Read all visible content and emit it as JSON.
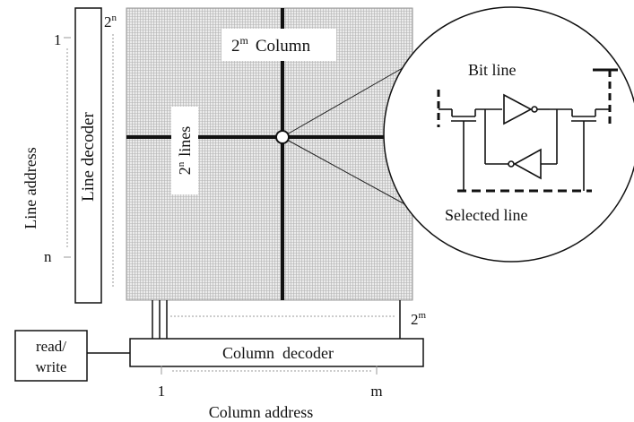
{
  "diagram": {
    "line_address_label": "Line address",
    "line_address_start": "1",
    "line_address_end": "n",
    "line_decoder_label": "Line decoder",
    "line_count_top": "2",
    "line_count_top_exp": "n",
    "array": {
      "column_label_base": "2",
      "column_label_exp": "m",
      "column_label_text": "Column",
      "lines_label_base": "2",
      "lines_label_exp": "n",
      "lines_label_text": "lines"
    },
    "cell": {
      "bit_line_label": "Bit line",
      "selected_line_label": "Selected line"
    },
    "column_count_base": "2",
    "column_count_exp": "m",
    "column_decoder_label": "Column  decoder",
    "read_write_line1": "read/",
    "read_write_line2": "write",
    "column_address_start": "1",
    "column_address_end": "m",
    "column_address_label": "Column address"
  },
  "colors": {
    "line": "#111111",
    "grid": "#b4b4b4",
    "grid_bg": "#e9e9e9",
    "dashed": "#999999"
  }
}
